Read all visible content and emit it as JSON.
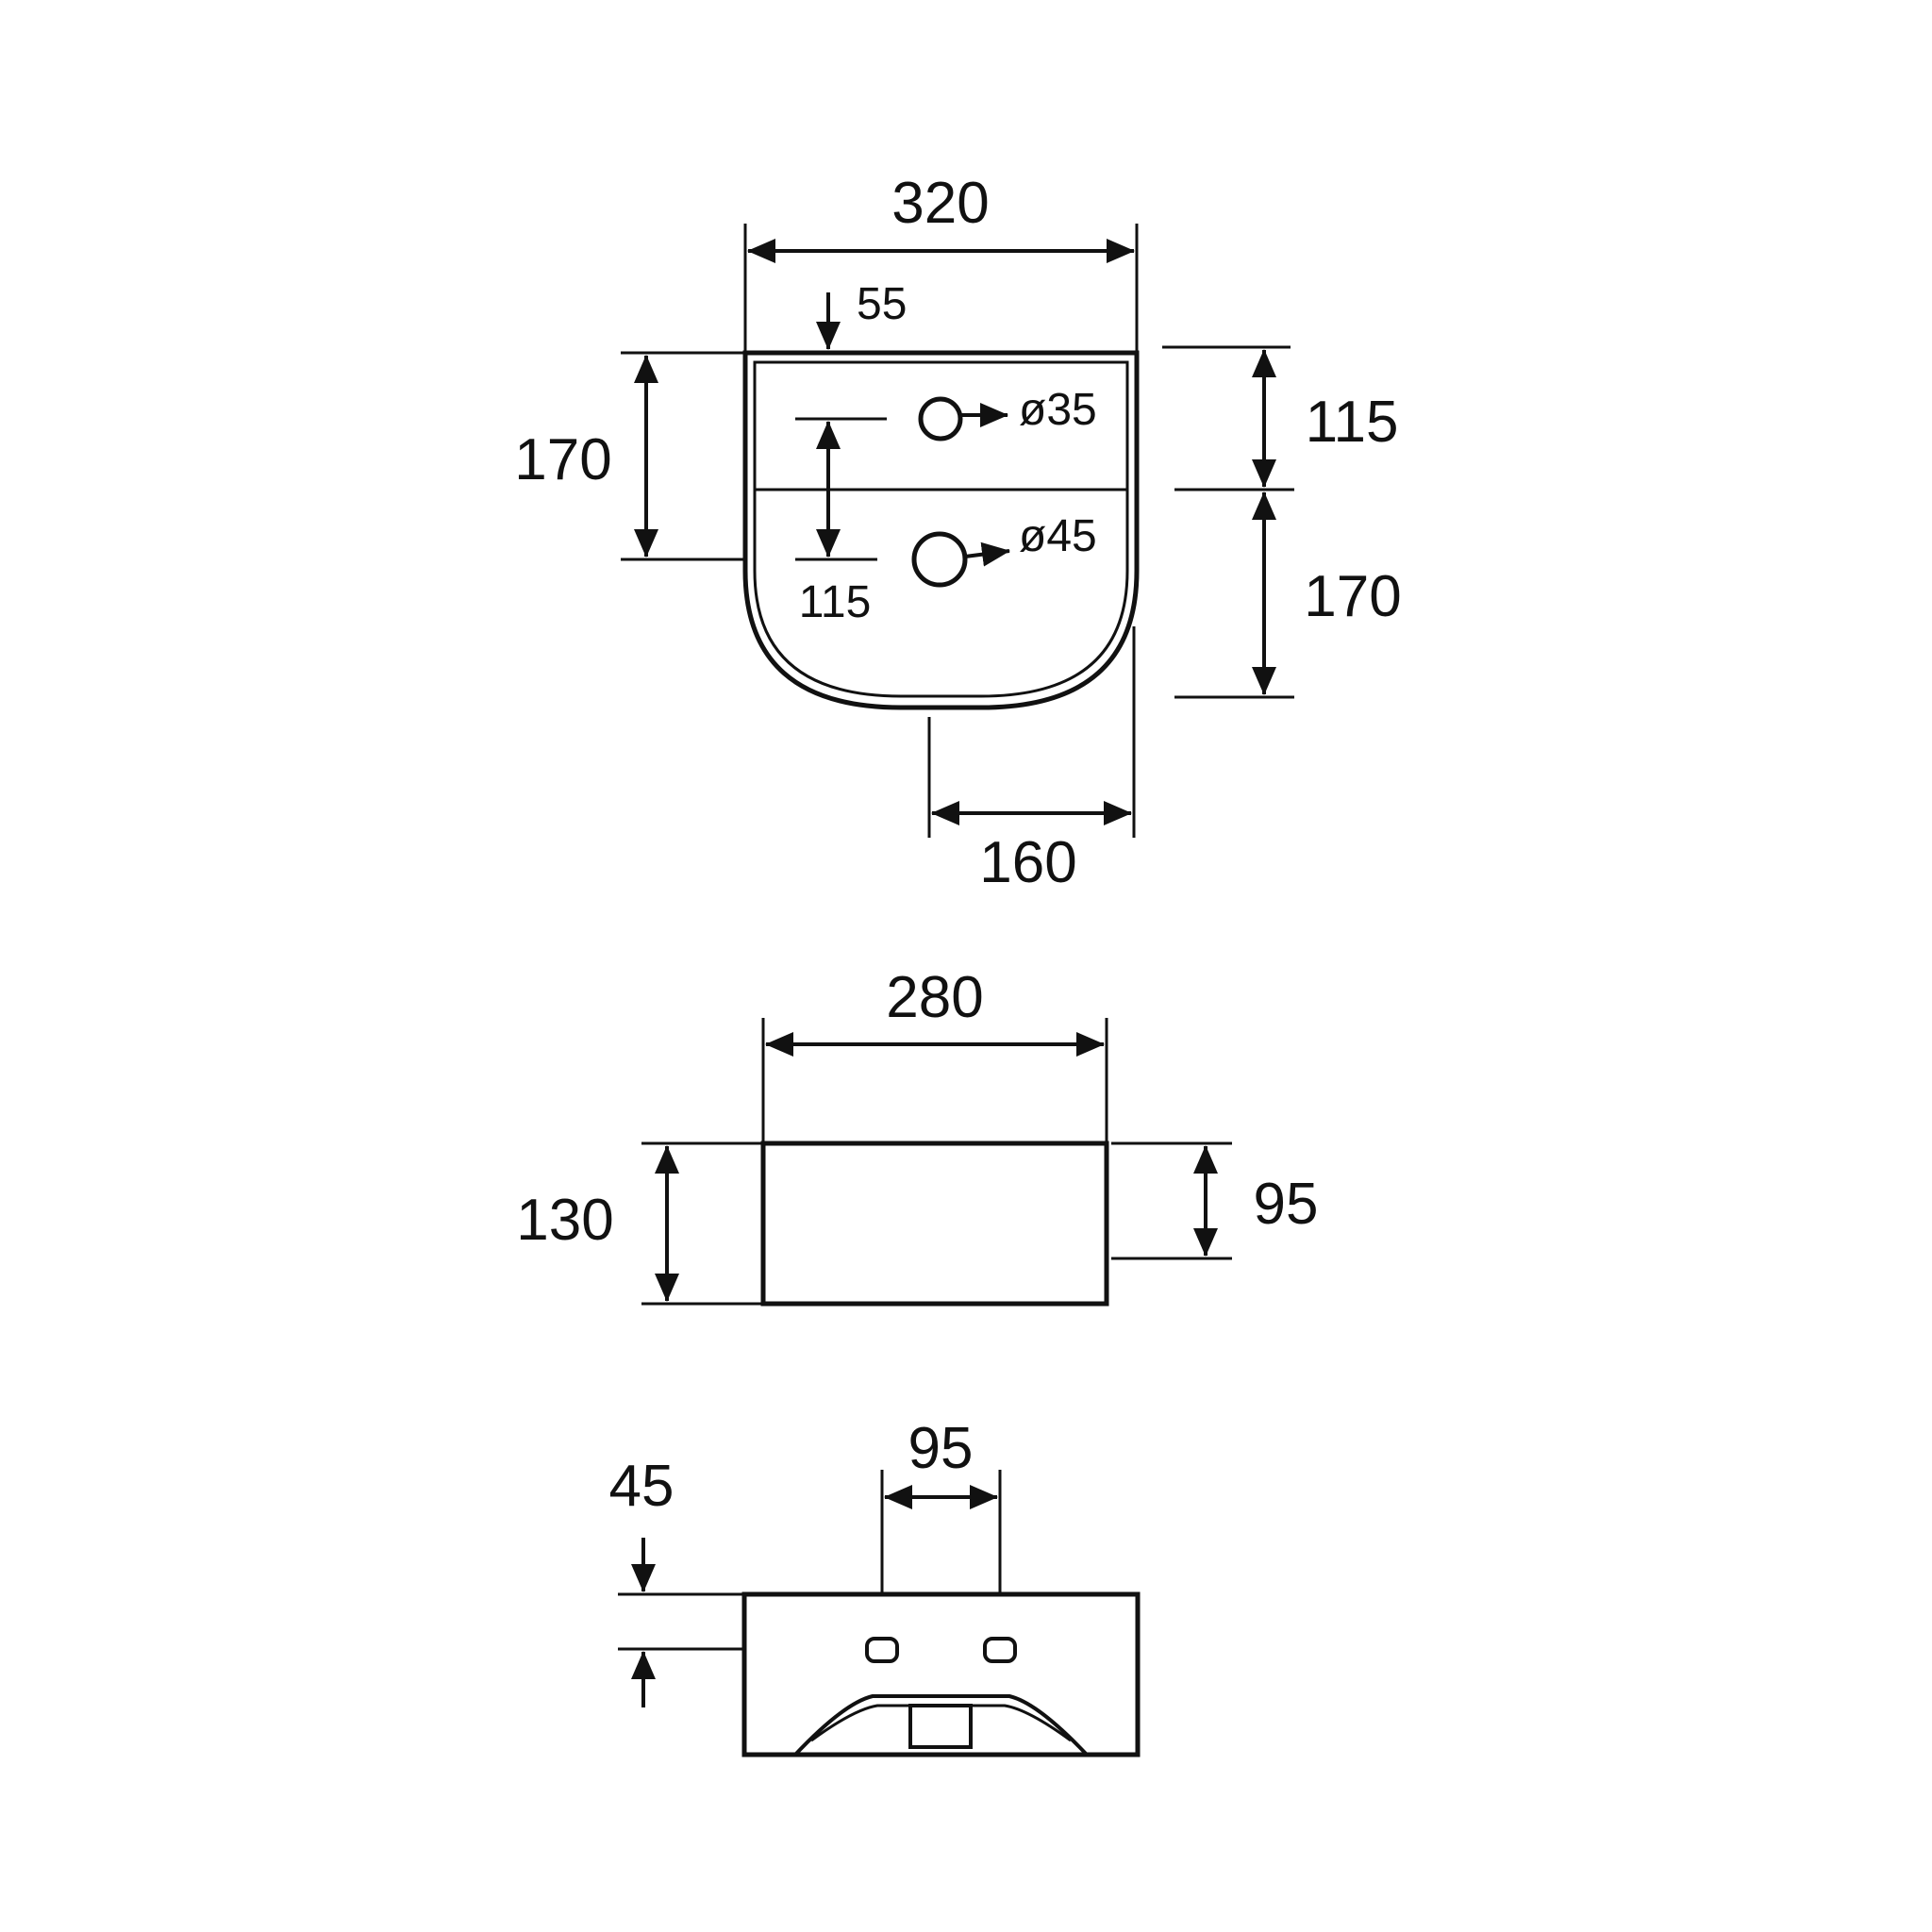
{
  "top_view": {
    "dim_width": "320",
    "dim_back_offset": "55",
    "dim_left_height": "170",
    "dim_inner_spacing": "115",
    "dim_right_upper": "115",
    "dim_right_lower": "170",
    "dim_bottom_half": "160",
    "hole_top_label": "ø35",
    "hole_bottom_label": "ø45"
  },
  "front_view": {
    "dim_width": "280",
    "dim_height": "130",
    "dim_right_height": "95"
  },
  "back_view": {
    "dim_hole_spacing": "95",
    "dim_hole_height": "45"
  }
}
